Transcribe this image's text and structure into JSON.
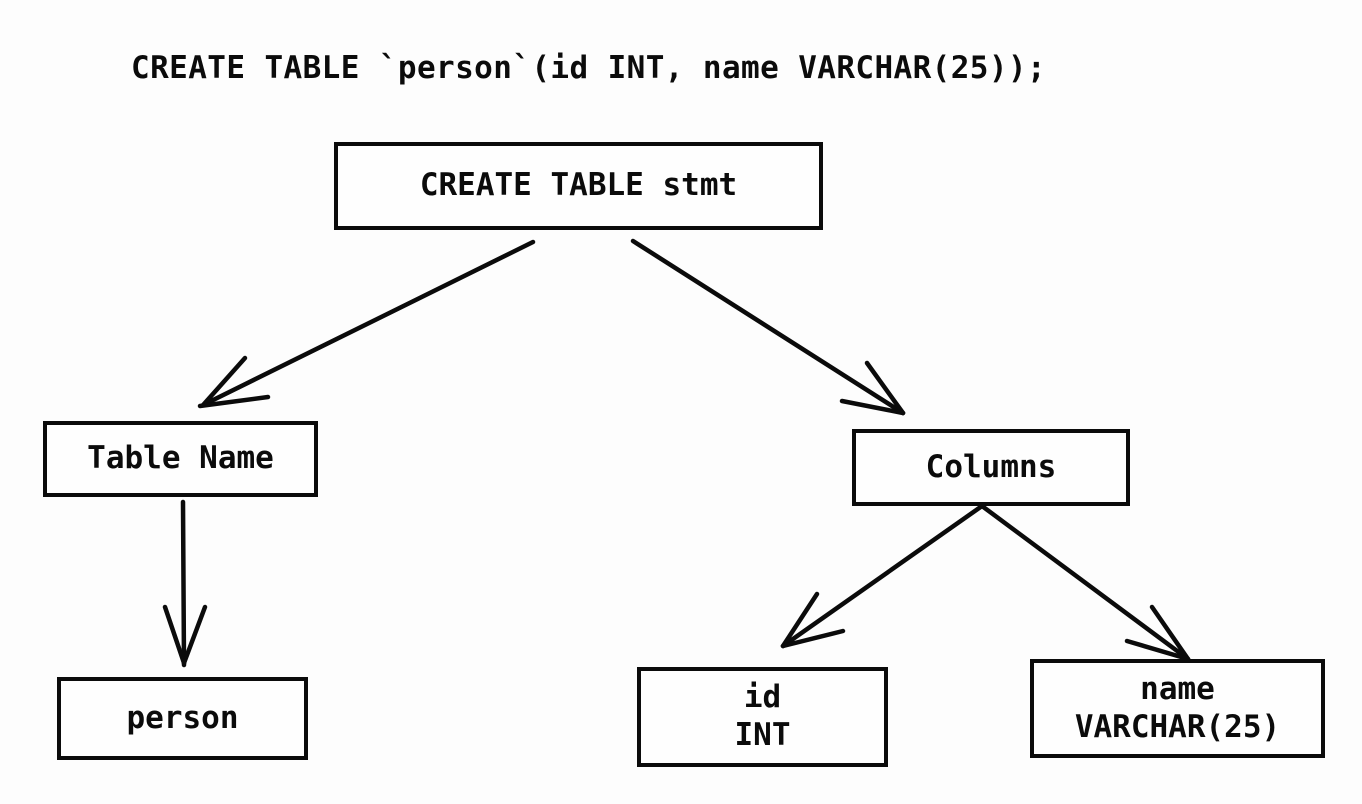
{
  "title": {
    "sql": "CREATE TABLE `person`(id INT, name VARCHAR(25));"
  },
  "nodes": {
    "stmt": {
      "label": "CREATE TABLE stmt"
    },
    "table_name": {
      "label": "Table Name"
    },
    "columns": {
      "label": "Columns"
    },
    "person": {
      "label": "person"
    },
    "col_id": {
      "name": "id",
      "type": "INT"
    },
    "col_name": {
      "name": "name",
      "type": "VARCHAR(25)"
    }
  },
  "edges": [
    {
      "from": "stmt",
      "to": "table_name"
    },
    {
      "from": "stmt",
      "to": "columns"
    },
    {
      "from": "table_name",
      "to": "person"
    },
    {
      "from": "columns",
      "to": "col_id"
    },
    {
      "from": "columns",
      "to": "col_name"
    }
  ],
  "colors": {
    "stroke": "#0b0b0b",
    "background": "#fdfdfd"
  }
}
